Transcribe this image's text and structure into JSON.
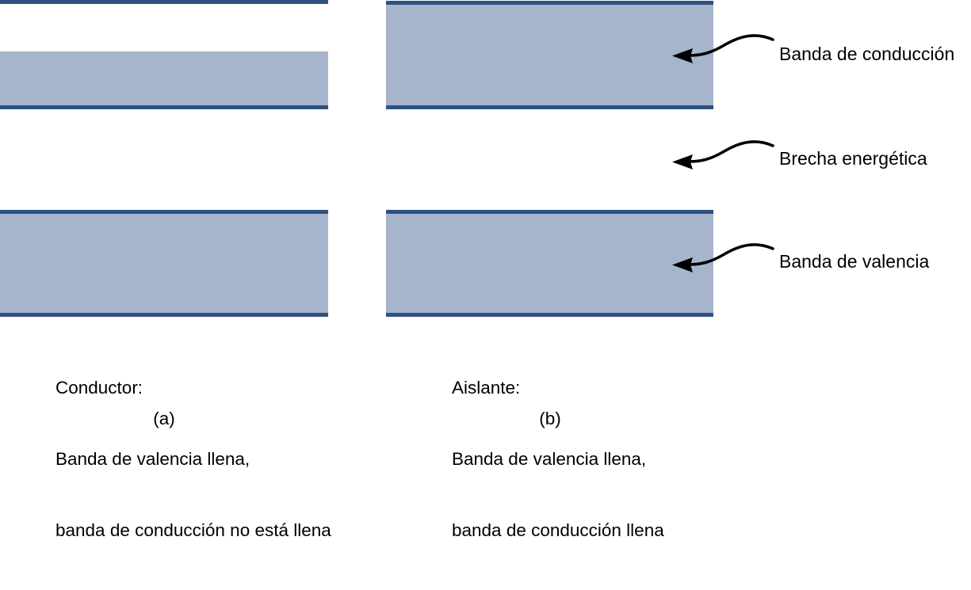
{
  "figure": {
    "type": "energy-band-diagram",
    "language": "es",
    "colors": {
      "band_fill": "#a6b5cc",
      "band_edge": "#2f5181",
      "text": "#000000",
      "background": "#ffffff",
      "arrow": "#000000"
    }
  },
  "panels": [
    {
      "id": "a",
      "sublabel": "(a)",
      "material": "Conductor",
      "caption_lines": [
        "Conductor:",
        "Banda de valencia llena,",
        "banda de conducción no está llena"
      ],
      "bands": [
        {
          "name": "conduction-band",
          "fill_state": "partially-filled"
        },
        {
          "name": "valence-band",
          "fill_state": "full"
        }
      ]
    },
    {
      "id": "b",
      "sublabel": "(b)",
      "material": "Aislante",
      "caption_lines": [
        "Aislante:",
        "Banda de valencia llena,",
        "banda de conducción llena"
      ],
      "bands": [
        {
          "name": "conduction-band",
          "fill_state": "full"
        },
        {
          "name": "valence-band",
          "fill_state": "full"
        }
      ]
    }
  ],
  "annotations": [
    {
      "id": "conduction",
      "label": "Banda de conducción",
      "icon": "curved-arrow-left-icon"
    },
    {
      "id": "gap",
      "label": "Brecha energética",
      "icon": "curved-arrow-left-icon"
    },
    {
      "id": "valence",
      "label": "Banda de valencia",
      "icon": "curved-arrow-left-icon"
    }
  ]
}
